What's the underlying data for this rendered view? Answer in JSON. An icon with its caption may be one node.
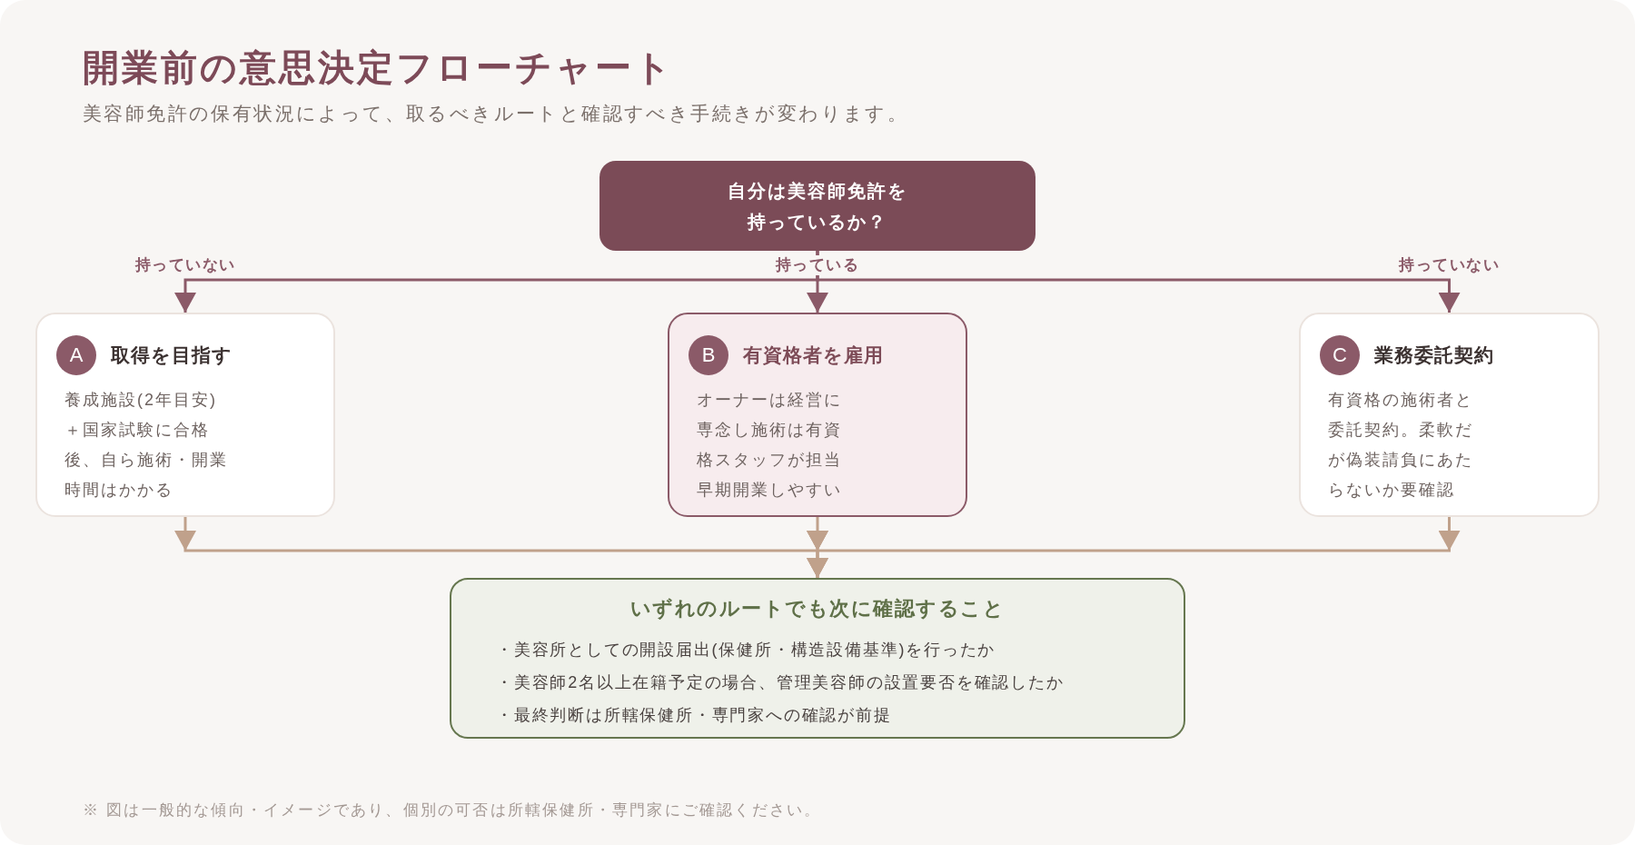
{
  "diagram": {
    "title": "開業前の意思決定フローチャート",
    "caption": "※ 図は一般的な傾向・イメージであり、個別の可否は所轄保健所・専門家にご確認ください。",
    "nodes": [
      {
        "text": [
          "自分は美容師免許を持っているか？"
        ]
      },
      {
        "text": [
          "A",
          "取得を目指す",
          "養成施設(2年目安)＋国家試験に合格後、自ら施術・開業時間はかかる"
        ]
      },
      {
        "text": [
          "B",
          "有資格者を雇用",
          "オーナーは経営に専念し施術は有資格スタッフが担当早期開業しやすい"
        ]
      },
      {
        "text": [
          "C",
          "業務委託契約",
          "有資格の施術者と委託契約。柔軟だが偽装請負にあたらないか要確認"
        ]
      },
      {
        "text": [
          "いずれのルートでも次に確認すること",
          "・美容所としての開設届出(保健所・構造設備基準)を行ったか",
          "・美容師2名以上在籍予定の場合、管理美容師の設置要否を確認したか",
          "・最終判断は所轄保健所・専門家への確認が前提"
        ]
      }
    ],
    "edges": [
      {
        "from": 0,
        "to": 1,
        "arrow": "to",
        "label": "持っていない"
      },
      {
        "from": 0,
        "to": 2,
        "arrow": "to",
        "label": "持っている"
      },
      {
        "from": 0,
        "to": 3,
        "arrow": "to",
        "label": "持っていない"
      },
      {
        "from": 1,
        "to": 4,
        "arrow": "to",
        "color": "#c0a18b"
      },
      {
        "from": 2,
        "to": 4,
        "arrow": "to",
        "color": "#c0a18b"
      },
      {
        "from": 3,
        "to": 4,
        "arrow": "to",
        "color": "#c0a18b"
      }
    ],
    "labels": [
      "美容師免許の保有状況によって、取るべきルートと確認すべき手続きが変わります。"
    ]
  }
}
